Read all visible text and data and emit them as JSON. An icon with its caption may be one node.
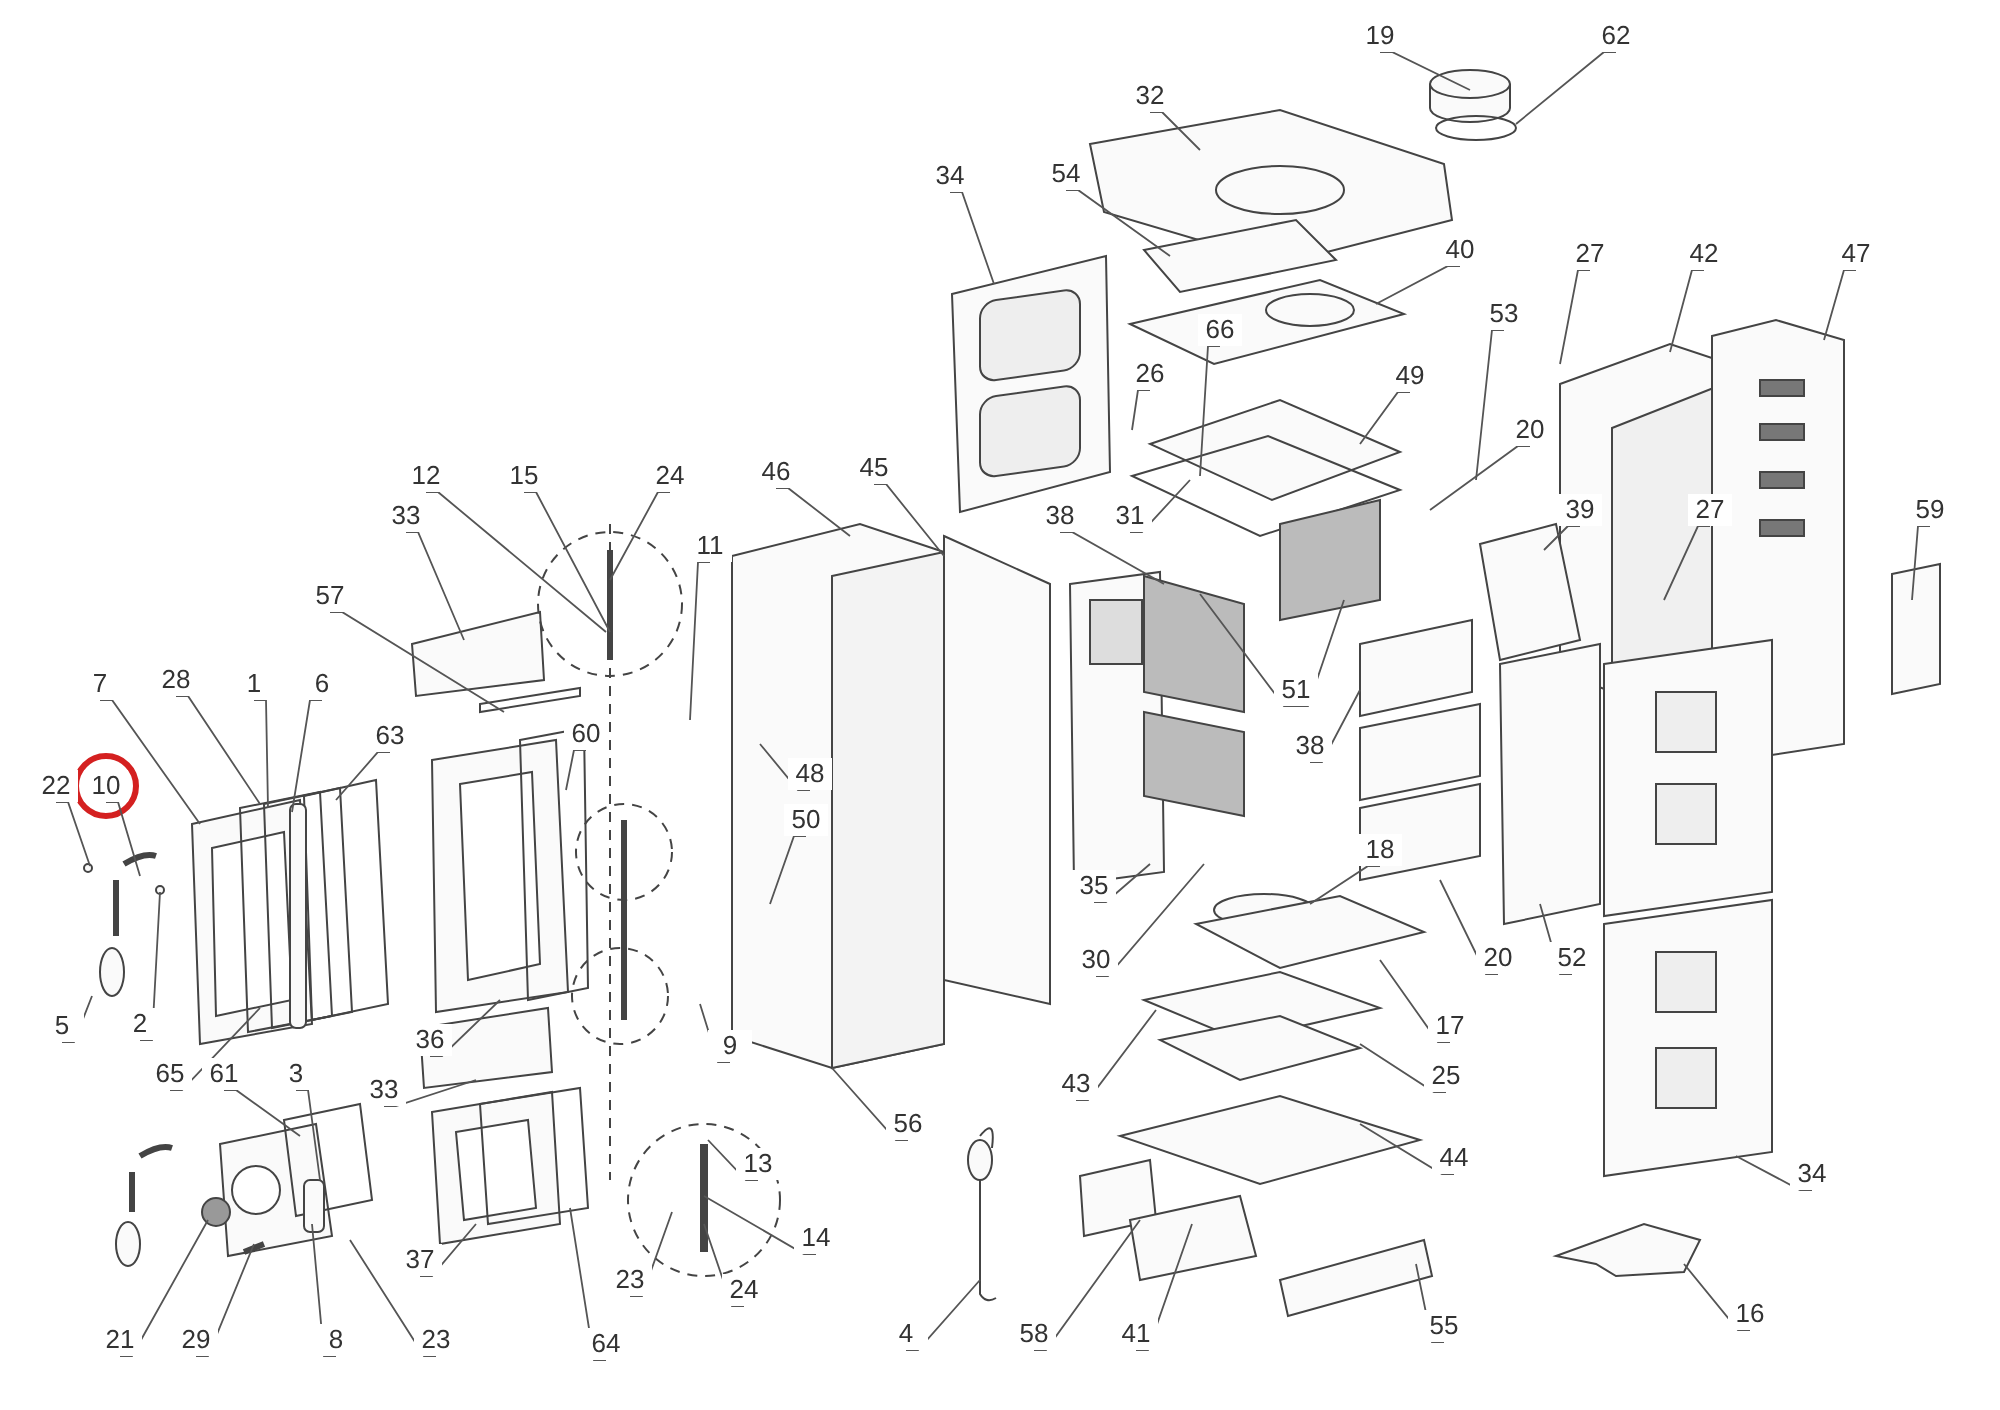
{
  "diagram": {
    "nodes": [
      {
        "text": [
          "32"
        ]
      },
      {
        "text": [
          "19"
        ]
      },
      {
        "text": [
          "62"
        ]
      },
      {
        "text": [
          "34"
        ]
      },
      {
        "text": [
          "54"
        ]
      },
      {
        "text": [
          "40"
        ]
      },
      {
        "text": [
          "27"
        ]
      },
      {
        "text": [
          "42"
        ]
      },
      {
        "text": [
          "47"
        ]
      },
      {
        "text": [
          "53"
        ]
      },
      {
        "text": [
          "66"
        ]
      },
      {
        "text": [
          "26"
        ]
      },
      {
        "text": [
          "49"
        ]
      },
      {
        "text": [
          "20"
        ]
      },
      {
        "text": [
          "12"
        ]
      },
      {
        "text": [
          "15"
        ]
      },
      {
        "text": [
          "24"
        ]
      },
      {
        "text": [
          "46"
        ]
      },
      {
        "text": [
          "45"
        ]
      },
      {
        "text": [
          "33"
        ]
      },
      {
        "text": [
          "38"
        ]
      },
      {
        "text": [
          "31"
        ]
      },
      {
        "text": [
          "39"
        ]
      },
      {
        "text": [
          "27"
        ]
      },
      {
        "text": [
          "59"
        ]
      },
      {
        "text": [
          "11"
        ]
      },
      {
        "text": [
          "57"
        ]
      },
      {
        "text": [
          "51"
        ]
      },
      {
        "text": [
          "7"
        ]
      },
      {
        "text": [
          "28"
        ]
      },
      {
        "text": [
          "1"
        ]
      },
      {
        "text": [
          "6"
        ]
      },
      {
        "text": [
          "63"
        ]
      },
      {
        "text": [
          "60"
        ]
      },
      {
        "text": [
          "38"
        ]
      },
      {
        "text": [
          "48"
        ]
      },
      {
        "text": [
          "22"
        ]
      },
      {
        "text": [
          "10"
        ]
      },
      {
        "text": [
          "50"
        ]
      },
      {
        "text": [
          "18"
        ]
      },
      {
        "text": [
          "35"
        ]
      },
      {
        "text": [
          "30"
        ]
      },
      {
        "text": [
          "20"
        ]
      },
      {
        "text": [
          "52"
        ]
      },
      {
        "text": [
          "2"
        ]
      },
      {
        "text": [
          "5"
        ]
      },
      {
        "text": [
          "36"
        ]
      },
      {
        "text": [
          "9"
        ]
      },
      {
        "text": [
          "17"
        ]
      },
      {
        "text": [
          "65"
        ]
      },
      {
        "text": [
          "61"
        ]
      },
      {
        "text": [
          "3"
        ]
      },
      {
        "text": [
          "33"
        ]
      },
      {
        "text": [
          "25"
        ]
      },
      {
        "text": [
          "43"
        ]
      },
      {
        "text": [
          "56"
        ]
      },
      {
        "text": [
          "44"
        ]
      },
      {
        "text": [
          "13"
        ]
      },
      {
        "text": [
          "34"
        ]
      },
      {
        "text": [
          "14"
        ]
      },
      {
        "text": [
          "37"
        ]
      },
      {
        "text": [
          "23"
        ]
      },
      {
        "text": [
          "24"
        ]
      },
      {
        "text": [
          "16"
        ]
      },
      {
        "text": [
          "21"
        ]
      },
      {
        "text": [
          "29"
        ]
      },
      {
        "text": [
          "8"
        ]
      },
      {
        "text": [
          "23"
        ]
      },
      {
        "text": [
          "64"
        ]
      },
      {
        "text": [
          "4"
        ]
      },
      {
        "text": [
          "58"
        ]
      },
      {
        "text": [
          "41"
        ]
      },
      {
        "text": [
          "55"
        ]
      }
    ],
    "edges": [
      {
        "from": 0,
        "to": null,
        "arrow": "none"
      },
      {
        "from": 1,
        "to": null,
        "arrow": "none"
      },
      {
        "from": 2,
        "to": null,
        "arrow": "none"
      },
      {
        "from": 3,
        "to": null,
        "arrow": "none"
      },
      {
        "from": 4,
        "to": null,
        "arrow": "none"
      },
      {
        "from": 5,
        "to": null,
        "arrow": "none"
      },
      {
        "from": 6,
        "to": null,
        "arrow": "none"
      },
      {
        "from": 7,
        "to": null,
        "arrow": "none"
      },
      {
        "from": 8,
        "to": null,
        "arrow": "none"
      },
      {
        "from": 9,
        "to": null,
        "arrow": "none"
      },
      {
        "from": 10,
        "to": null,
        "arrow": "none"
      },
      {
        "from": 11,
        "to": null,
        "arrow": "none"
      },
      {
        "from": 12,
        "to": null,
        "arrow": "none"
      },
      {
        "from": 13,
        "to": null,
        "arrow": "none"
      },
      {
        "from": 14,
        "to": null,
        "arrow": "none"
      },
      {
        "from": 15,
        "to": null,
        "arrow": "none"
      },
      {
        "from": 16,
        "to": null,
        "arrow": "none"
      },
      {
        "from": 17,
        "to": null,
        "arrow": "none"
      },
      {
        "from": 18,
        "to": null,
        "arrow": "none"
      },
      {
        "from": 19,
        "to": null,
        "arrow": "none"
      },
      {
        "from": 20,
        "to": null,
        "arrow": "none"
      },
      {
        "from": 21,
        "to": null,
        "arrow": "none"
      },
      {
        "from": 22,
        "to": null,
        "arrow": "none"
      },
      {
        "from": 23,
        "to": null,
        "arrow": "none"
      },
      {
        "from": 24,
        "to": null,
        "arrow": "none"
      },
      {
        "from": 25,
        "to": null,
        "arrow": "none"
      },
      {
        "from": 26,
        "to": null,
        "arrow": "none"
      },
      {
        "from": 27,
        "to": null,
        "arrow": "none"
      },
      {
        "from": 27,
        "to": null,
        "arrow": "none"
      },
      {
        "from": 28,
        "to": null,
        "arrow": "none"
      },
      {
        "from": 29,
        "to": null,
        "arrow": "none"
      },
      {
        "from": 30,
        "to": null,
        "arrow": "none"
      },
      {
        "from": 31,
        "to": null,
        "arrow": "none"
      },
      {
        "from": 32,
        "to": null,
        "arrow": "none"
      },
      {
        "from": 33,
        "to": null,
        "arrow": "none"
      },
      {
        "from": 34,
        "to": null,
        "arrow": "none"
      },
      {
        "from": 35,
        "to": null,
        "arrow": "none"
      },
      {
        "from": 36,
        "to": null,
        "arrow": "none"
      },
      {
        "from": 37,
        "to": null,
        "arrow": "none"
      },
      {
        "from": 38,
        "to": null,
        "arrow": "none"
      },
      {
        "from": 39,
        "to": null,
        "arrow": "none"
      },
      {
        "from": 40,
        "to": null,
        "arrow": "none"
      },
      {
        "from": 41,
        "to": null,
        "arrow": "none"
      },
      {
        "from": 42,
        "to": null,
        "arrow": "none"
      },
      {
        "from": 43,
        "to": null,
        "arrow": "none"
      },
      {
        "from": 44,
        "to": null,
        "arrow": "none"
      },
      {
        "from": 45,
        "to": null,
        "arrow": "none"
      },
      {
        "from": 46,
        "to": null,
        "arrow": "none"
      },
      {
        "from": 47,
        "to": null,
        "arrow": "none"
      },
      {
        "from": 48,
        "to": null,
        "arrow": "none"
      },
      {
        "from": 49,
        "to": null,
        "arrow": "none"
      },
      {
        "from": 50,
        "to": null,
        "arrow": "none"
      },
      {
        "from": 51,
        "to": null,
        "arrow": "none"
      },
      {
        "from": 52,
        "to": null,
        "arrow": "none"
      },
      {
        "from": 53,
        "to": null,
        "arrow": "none"
      },
      {
        "from": 54,
        "to": null,
        "arrow": "none"
      },
      {
        "from": 55,
        "to": null,
        "arrow": "none"
      },
      {
        "from": 56,
        "to": null,
        "arrow": "none"
      },
      {
        "from": 57,
        "to": null,
        "arrow": "none"
      },
      {
        "from": 58,
        "to": null,
        "arrow": "none"
      },
      {
        "from": 59,
        "to": null,
        "arrow": "none"
      },
      {
        "from": 60,
        "to": null,
        "arrow": "none"
      },
      {
        "from": 61,
        "to": null,
        "arrow": "none"
      },
      {
        "from": 62,
        "to": null,
        "arrow": "none"
      },
      {
        "from": 63,
        "to": null,
        "arrow": "none"
      },
      {
        "from": 64,
        "to": null,
        "arrow": "none"
      },
      {
        "from": 65,
        "to": null,
        "arrow": "none"
      },
      {
        "from": 66,
        "to": null,
        "arrow": "none"
      },
      {
        "from": 67,
        "to": null,
        "arrow": "none"
      },
      {
        "from": 68,
        "to": null,
        "arrow": "none"
      },
      {
        "from": 69,
        "to": null,
        "arrow": "none"
      },
      {
        "from": 70,
        "to": null,
        "arrow": "none"
      },
      {
        "from": 71,
        "to": null,
        "arrow": "none"
      },
      {
        "from": 72,
        "to": null,
        "arrow": "none"
      }
    ]
  }
}
